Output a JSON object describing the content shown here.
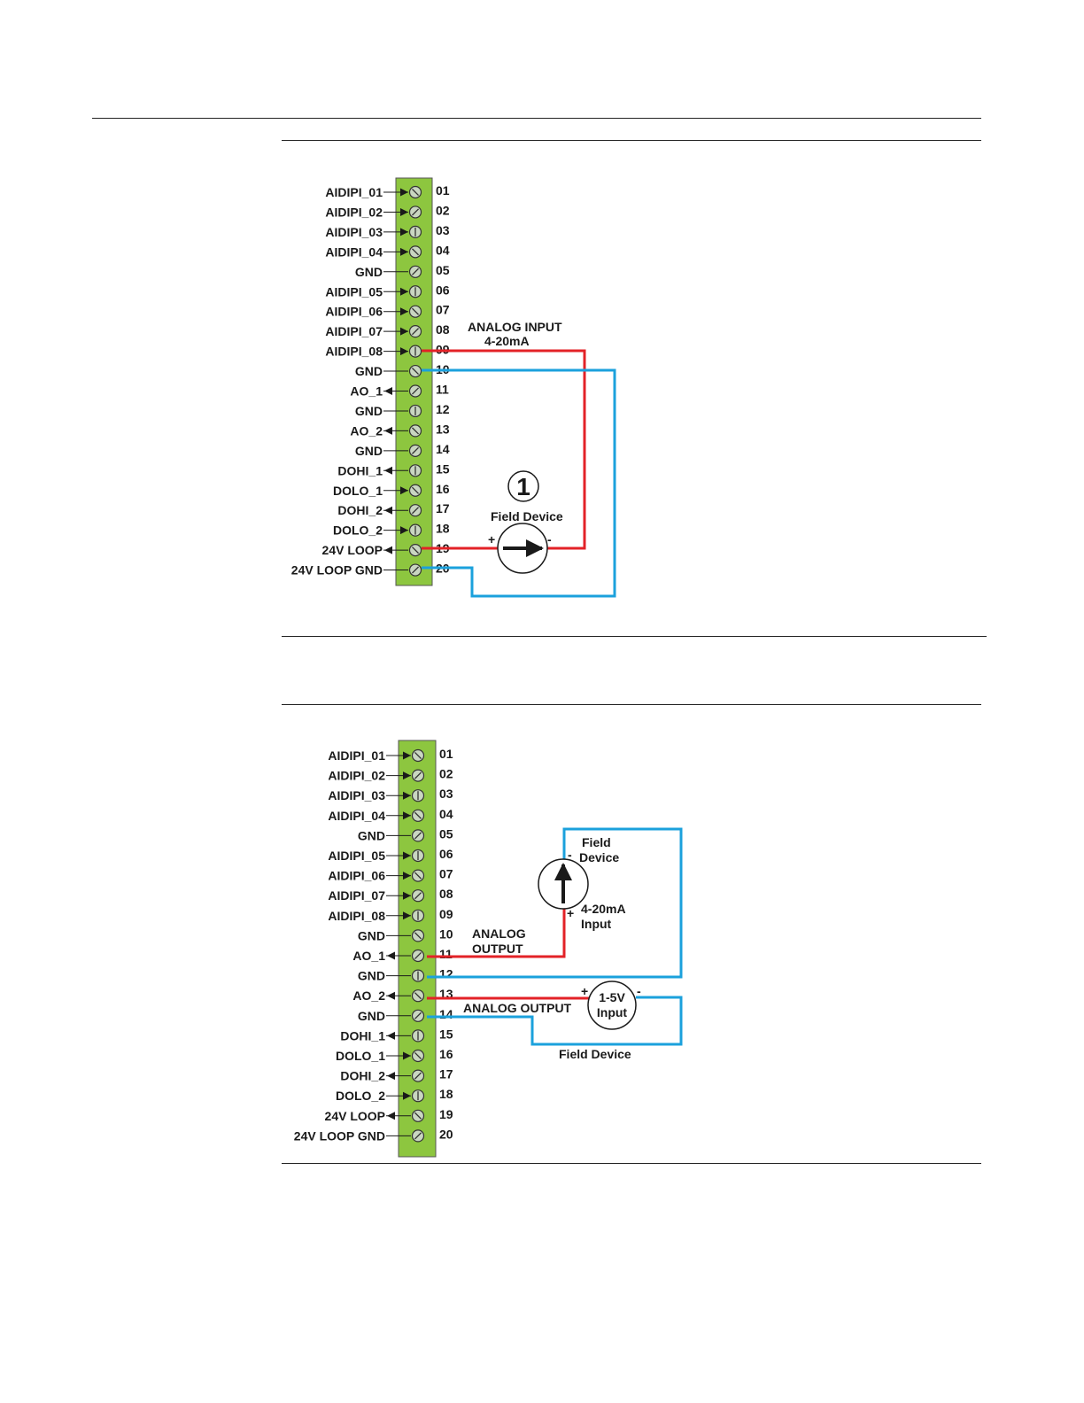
{
  "colors": {
    "terminal_block": "#8dc63f",
    "terminal_outline": "#555555",
    "wire_positive": "#e32227",
    "wire_negative": "#1ba1dc",
    "text": "#1a1a1a"
  },
  "terminals": {
    "labels": [
      "AIDIPI_01",
      "AIDIPI_02",
      "AIDIPI_03",
      "AIDIPI_04",
      "GND",
      "AIDIPI_05",
      "AIDIPI_06",
      "AIDIPI_07",
      "AIDIPI_08",
      "GND",
      "AO_1",
      "GND",
      "AO_2",
      "GND",
      "DOHI_1",
      "DOLO_1",
      "DOHI_2",
      "DOLO_2",
      "24V LOOP",
      "24V LOOP GND"
    ],
    "numbers": [
      "01",
      "02",
      "03",
      "04",
      "05",
      "06",
      "07",
      "08",
      "09",
      "10",
      "11",
      "12",
      "13",
      "14",
      "15",
      "16",
      "17",
      "18",
      "19",
      "20"
    ],
    "arrows": [
      "in",
      "in",
      "in",
      "in",
      "none",
      "in",
      "in",
      "in",
      "in",
      "none",
      "out",
      "none",
      "out",
      "none",
      "out",
      "in",
      "out",
      "in",
      "out",
      "none"
    ]
  },
  "diagram1": {
    "title": "ANALOG INPUT",
    "subtitle": "4-20mA",
    "device_number": "1",
    "device_label": "Field Device",
    "plus": "+",
    "minus": "-"
  },
  "diagram2": {
    "device1_label_line1": "Field",
    "device1_label_line2": "Device",
    "device1_input_line1": "4-20mA",
    "device1_input_line2": "Input",
    "analog_output_line1": "ANALOG",
    "analog_output_line2": "OUTPUT",
    "analog_output2": "ANALOG OUTPUT",
    "device2_input_line1": "1-5V",
    "device2_input_line2": "Input",
    "device2_label": "Field Device",
    "plus": "+",
    "minus": "-"
  }
}
